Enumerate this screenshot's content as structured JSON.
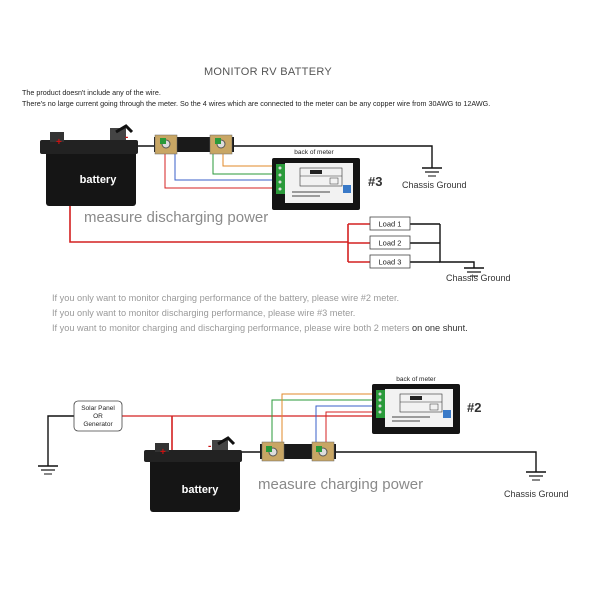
{
  "title": "MONITOR RV BATTERY",
  "notes": [
    "The product doesn't include any of the wire.",
    "There's no large current going through the meter. So the 4 wires which are connected to the meter can be any copper wire from 30AWG to 12AWG."
  ],
  "top": {
    "battery_label": "battery",
    "battery_plus": "+",
    "battery_minus": "-",
    "meter_caption": "back of meter",
    "meter_number": "#3",
    "chassis_ground_1": "Chassis Ground",
    "chassis_ground_2": "Chassis Ground",
    "measure_label": "measure discharging power",
    "loads": [
      "Load 1",
      "Load 2",
      "Load 3"
    ]
  },
  "instructions": {
    "line1": "If you only want to monitor charging performance of the battery, please wire #2 meter.",
    "line2": "If you only want to monitor discharging performance, please wire #3 meter.",
    "line3_prefix": "If you want to monitor charging and discharging performance, please wire both 2 meters ",
    "line3_emphasis": "on one shunt."
  },
  "bottom": {
    "source_lines": [
      "Solar Panel",
      "OR",
      "Generator"
    ],
    "battery_label": "battery",
    "battery_plus": "+",
    "battery_minus": "-",
    "meter_caption": "back of meter",
    "meter_number": "#2",
    "chassis_ground": "Chassis Ground",
    "measure_label": "measure charging power"
  },
  "colors": {
    "red_wire": "#d42020",
    "black_wire": "#111111",
    "green_wire": "#2a9a3a",
    "orange_wire": "#e08a2a",
    "blue_wire": "#3a5fc8",
    "gray_text": "#9a9a9a"
  }
}
